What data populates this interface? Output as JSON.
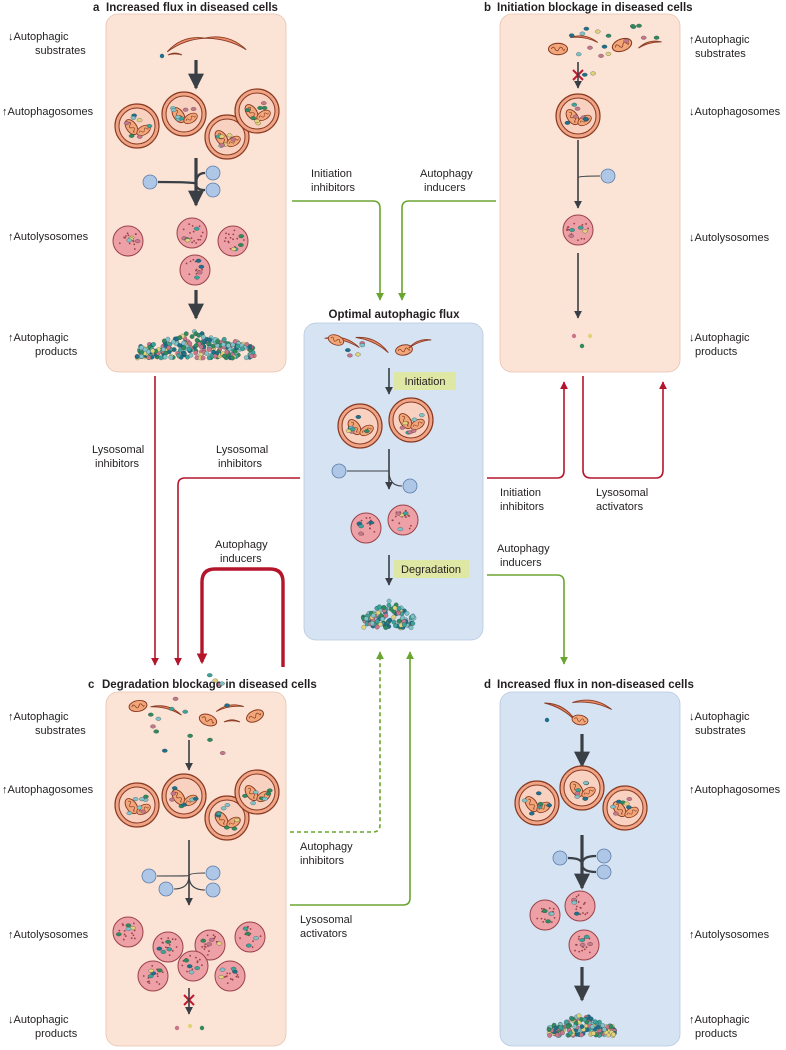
{
  "panels": {
    "a": {
      "letter": "a",
      "title": "Increased flux in diseased cells",
      "l1": [
        "↓Autophagic",
        "substrates"
      ],
      "l2": [
        "↑Autophagosomes"
      ],
      "l3": [
        "↑Autolysosomes"
      ],
      "l4": [
        "↑Autophagic",
        "products"
      ]
    },
    "b": {
      "letter": "b",
      "title": "Initiation blockage in diseased cells",
      "l1": [
        "↑Autophagic",
        "substrates"
      ],
      "l2": [
        "↓Autophagosomes"
      ],
      "l3": [
        "↓Autolysosomes"
      ],
      "l4": [
        "↓Autophagic",
        "products"
      ]
    },
    "c": {
      "letter": "c",
      "title": "Degradation blockage in diseased cells",
      "l1": [
        "↑Autophagic",
        "substrates"
      ],
      "l2": [
        "↑Autophagosomes"
      ],
      "l3": [
        "↑Autolysosomes"
      ],
      "l4": [
        "↓Autophagic",
        "products"
      ]
    },
    "d": {
      "letter": "d",
      "title": "Increased flux in non-diseased cells",
      "l1": [
        "↓Autophagic",
        "substrates"
      ],
      "l2": [
        "↑Autophagosomes"
      ],
      "l3": [
        "↑Autolysosomes"
      ],
      "l4": [
        "↑Autophagic",
        "products"
      ]
    },
    "center": {
      "title": "Optimal autophagic flux",
      "step1": "Initiation",
      "step2": "Degradation"
    }
  },
  "arrows": {
    "a_to_center": [
      "Initiation",
      "inhibitors"
    ],
    "b_to_center": [
      "Autophagy",
      "inducers"
    ],
    "a_to_c": [
      "Lysosomal",
      "inhibitors"
    ],
    "center_to_c": [
      "Lysosomal",
      "inhibitors"
    ],
    "c_loop": [
      "Autophagy",
      "inducers"
    ],
    "center_to_b_init": [
      "Initiation",
      "inhibitors"
    ],
    "center_to_b_lyso": [
      "Lysosomal",
      "activators"
    ],
    "center_to_d": [
      "Autophagy",
      "inducers"
    ],
    "c_to_center_dash": [
      "Autophagy",
      "inhibitors"
    ],
    "c_to_center_solid": [
      "Lysosomal",
      "activators"
    ]
  },
  "colors": {
    "diseased_panel": "#fbe3d6",
    "healthy_panel": "#d6e3f2",
    "red_arrow": "#b5152b",
    "green_arrow": "#6aa531",
    "tag_bg": "#dfe7a5"
  }
}
